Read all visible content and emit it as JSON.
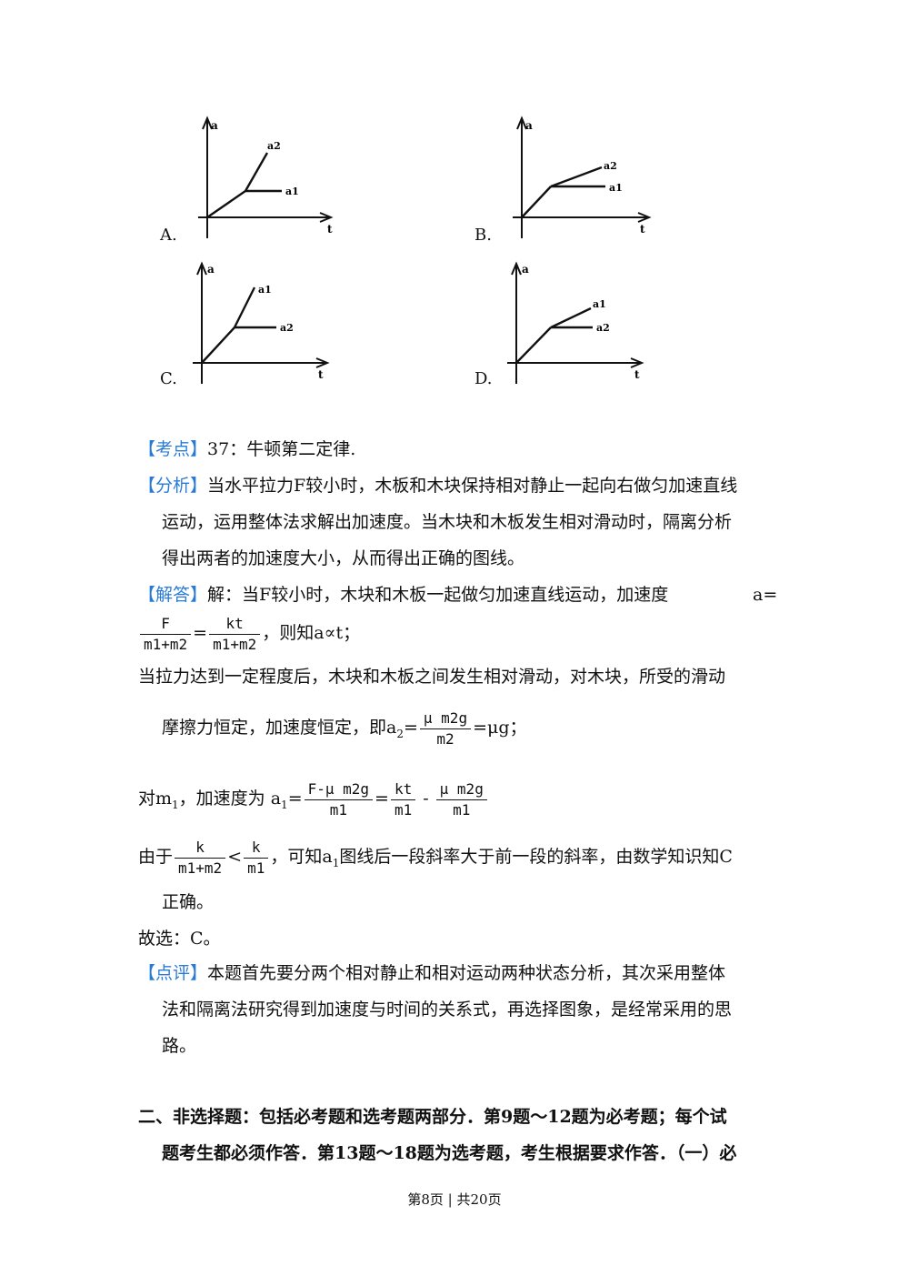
{
  "options": [
    {
      "label": "A.",
      "axis_y": "a",
      "axis_x": "t",
      "upper_line": "a2",
      "lower_line": "a1",
      "variant": "steep"
    },
    {
      "label": "B.",
      "axis_y": "a",
      "axis_x": "t",
      "upper_line": "a2",
      "lower_line": "a1",
      "variant": "gentle"
    },
    {
      "label": "C.",
      "axis_y": "a",
      "axis_x": "t",
      "upper_line": "a1",
      "lower_line": "a2",
      "variant": "steep"
    },
    {
      "label": "D.",
      "axis_y": "a",
      "axis_x": "t",
      "upper_line": "a1",
      "lower_line": "a2",
      "variant": "gentle"
    }
  ],
  "kaodian": {
    "tag": "【考点】",
    "text": "37：牛顿第二定律."
  },
  "fenxi": {
    "tag": "【分析】",
    "line1": "当水平拉力F较小时，木板和木块保持相对静止一起向右做匀加速直线",
    "line2": "运动，运用整体法求解出加速度。当木块和木板发生相对滑动时，隔离分析",
    "line3": "得出两者的加速度大小，从而得出正确的图线。"
  },
  "jieda": {
    "tag": "【解答】",
    "line1": "解：当F较小时，木块和木板一起做匀加速直线运动，加速度",
    "a_eq": "a=",
    "frac1_num": "F",
    "frac1_den": "m1+m2",
    "eq": "=",
    "frac2_num": "kt",
    "frac2_den": "m1+m2",
    "line2_tail": "，则知a∝t；",
    "line3": "当拉力达到一定程度后，木块和木板之间发生相对滑动，对木块，所受的滑动",
    "line4_head": "摩擦力恒定，加速度恒定，即a",
    "line4_sub": "2",
    "line4_eq": "=",
    "frac3_num": "μ m2g",
    "frac3_den": "m2",
    "line4_tail": "=μg；",
    "line5_head": "对m",
    "line5_sub": "1",
    "line5_mid": "，加速度为 a",
    "line5_sub2": "1",
    "line5_eq": "=",
    "frac4_num": "F-μ m2g",
    "frac4_den": "m1",
    "frac5_num": "kt",
    "frac5_den": "m1",
    "minus": "-",
    "frac6_num": "μ m2g",
    "frac6_den": "m1",
    "line6_head": "由于",
    "frac7_num": "k",
    "frac7_den": "m1+m2",
    "lt": "<",
    "frac8_num": "k",
    "frac8_den": "m1",
    "line6_tail_a": "，可知a",
    "line6_sub": "1",
    "line6_tail_b": "图线后一段斜率大于前一段的斜率，由数学知识知C",
    "line7": "正确。",
    "answer": "故选：C。"
  },
  "dianping": {
    "tag": "【点评】",
    "line1": "本题首先要分两个相对静止和相对运动两种状态分析，其次采用整体",
    "line2": "法和隔离法研究得到加速度与时间的关系式，再选择图象，是经常采用的思",
    "line3": "路。"
  },
  "section2": {
    "line1": "二、非选择题：包括必考题和选考题两部分．第9题～12题为必考题；每个试",
    "line2": "题考生都必须作答．第13题～18题为选考题，考生根据要求作答．（一）必"
  },
  "footer": "第8页 | 共20页",
  "colors": {
    "tag": "#2a7bd6",
    "text": "#111111"
  }
}
